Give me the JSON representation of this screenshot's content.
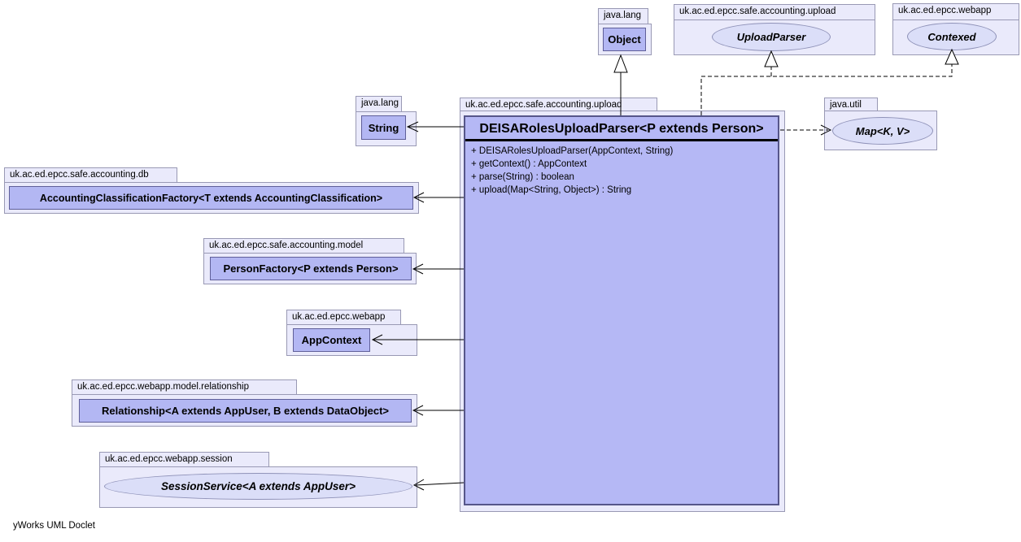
{
  "diagram": {
    "credit": "yWorks UML Doclet",
    "colors": {
      "package_fill": "#EAEAFB",
      "package_border": "#9999B4",
      "class_fill": "#B3B7F3",
      "class_border": "#5F5F99",
      "main_class_fill": "#B5B8F5",
      "main_class_border": "#56568A",
      "interface_fill": "#DBDEF8",
      "interface_border": "#8F92B8",
      "edge": "#000000"
    },
    "nodes": {
      "object": {
        "kind": "class",
        "package": "java.lang",
        "name": "Object"
      },
      "uploadParser": {
        "kind": "interface",
        "package": "uk.ac.ed.epcc.safe.accounting.upload",
        "name": "UploadParser"
      },
      "contexed": {
        "kind": "interface",
        "package": "uk.ac.ed.epcc.webapp",
        "name": "Contexed"
      },
      "string": {
        "kind": "class",
        "package": "java.lang",
        "name": "String"
      },
      "map": {
        "kind": "interface",
        "package": "java.util",
        "name": "Map<K, V>"
      },
      "main": {
        "kind": "class",
        "package": "uk.ac.ed.epcc.safe.accounting.upload",
        "name": "DEISARolesUploadParser<P extends Person>",
        "methods": [
          "+ DEISARolesUploadParser(AppContext, String)",
          "+ getContext() : AppContext",
          "+ parse(String) : boolean",
          "+ upload(Map<String, Object>) : String"
        ]
      },
      "acf": {
        "kind": "class",
        "package": "uk.ac.ed.epcc.safe.accounting.db",
        "name": "AccountingClassificationFactory<T extends AccountingClassification>"
      },
      "personFactory": {
        "kind": "class",
        "package": "uk.ac.ed.epcc.safe.accounting.model",
        "name": "PersonFactory<P extends Person>"
      },
      "appContext": {
        "kind": "class",
        "package": "uk.ac.ed.epcc.webapp",
        "name": "AppContext"
      },
      "relationship": {
        "kind": "class",
        "package": "uk.ac.ed.epcc.webapp.model.relationship",
        "name": "Relationship<A extends AppUser, B extends DataObject>"
      },
      "sessionService": {
        "kind": "interface",
        "package": "uk.ac.ed.epcc.webapp.session",
        "name": "SessionService<A extends AppUser>"
      }
    },
    "edges": [
      {
        "from": "DEISARolesUploadParser",
        "to": "Object",
        "type": "generalization"
      },
      {
        "from": "DEISARolesUploadParser",
        "to": "UploadParser",
        "type": "realization"
      },
      {
        "from": "DEISARolesUploadParser",
        "to": "Contexed",
        "type": "realization"
      },
      {
        "from": "DEISARolesUploadParser",
        "to": "Map",
        "type": "dependency"
      },
      {
        "from": "DEISARolesUploadParser",
        "to": "String",
        "type": "dependency"
      },
      {
        "from": "DEISARolesUploadParser",
        "to": "AccountingClassificationFactory",
        "type": "dependency"
      },
      {
        "from": "DEISARolesUploadParser",
        "to": "PersonFactory",
        "type": "dependency"
      },
      {
        "from": "DEISARolesUploadParser",
        "to": "AppContext",
        "type": "dependency"
      },
      {
        "from": "DEISARolesUploadParser",
        "to": "Relationship",
        "type": "dependency"
      },
      {
        "from": "DEISARolesUploadParser",
        "to": "SessionService",
        "type": "dependency"
      }
    ]
  }
}
